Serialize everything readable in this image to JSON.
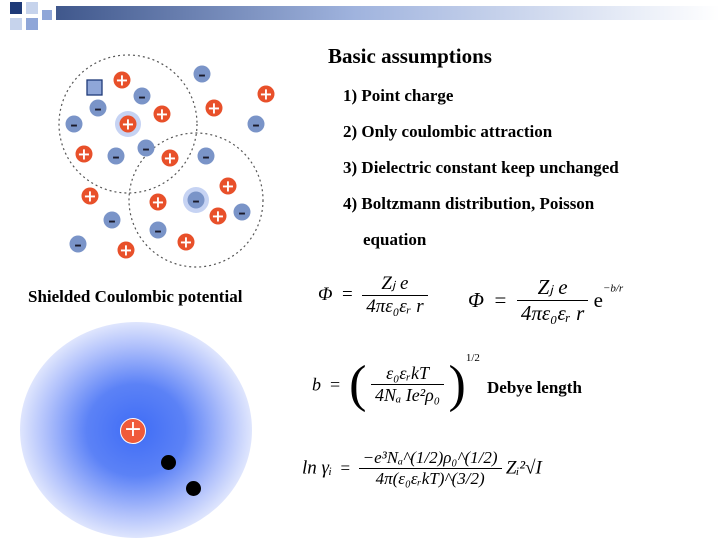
{
  "slide": {
    "title": "Basic assumptions",
    "assumptions": [
      "1) Point charge",
      "2) Only coulombic  attraction",
      "3) Dielectric constant keep unchanged",
      "4) Boltzmann distribution, Poisson",
      "equation"
    ],
    "shielded_label": "Shielded Coulombic potential",
    "debye_label": "Debye length"
  },
  "icons": {
    "plus": "+",
    "minus": "–"
  },
  "colors": {
    "positive_ion": "#e8502a",
    "negative_ion": "#7a94c8",
    "cloud": "#3f6cf5",
    "corner_dark": "#1e3a78",
    "corner_light": "#c6d3ec",
    "corner_box": "#8fa6d8"
  },
  "equations": {
    "phi_simple": {
      "lhs": "Φ",
      "num": "Zⱼ e",
      "den": "4πε₀εᵣ r"
    },
    "phi_shielded": {
      "lhs": "Φ",
      "num": "Zⱼ e",
      "den": "4πε₀εᵣ r",
      "exp": "−b/r"
    },
    "debye": {
      "lhs": "b",
      "num": "ε₀εᵣkT",
      "den": "4Nₐ Ie²ρ₀",
      "power": "1/2"
    },
    "activity": {
      "lhs": "ln γᵢ",
      "num": "−e³Nₐ^(1/2)ρ₀^(1/2)",
      "den": "4π(ε₀εᵣkT)^(3/2)",
      "tail": "Zᵢ²√I"
    }
  }
}
